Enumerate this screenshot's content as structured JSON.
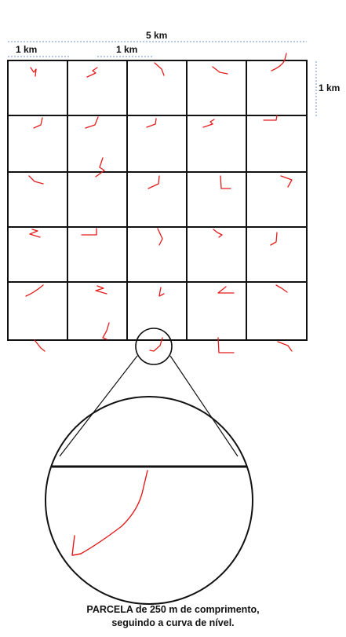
{
  "labels": {
    "total_width": "5 km",
    "cell_width_a": "1 km",
    "cell_width_b": "1 km",
    "cell_height": "1 km"
  },
  "grid": {
    "rows": 5,
    "cols": 5
  },
  "caption": {
    "line1": "PARCELA de 250 m de comprimento,",
    "line2": "seguindo a  curva de nível."
  },
  "colors": {
    "grid_line": "#111111",
    "plot_line": "#e41b1b",
    "dimension_line": "#6a8fd6"
  }
}
